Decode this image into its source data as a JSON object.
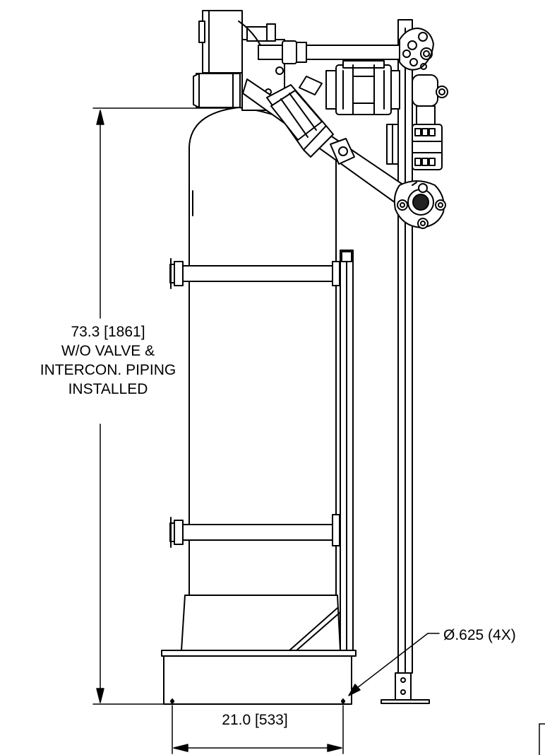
{
  "dimensions": {
    "height": {
      "value": "73.3 [1861]",
      "note_line1": "W/O VALVE &",
      "note_line2": "INTERCON. PIPING",
      "note_line3": "INSTALLED"
    },
    "width": {
      "value": "21.0 [533]"
    },
    "hole": {
      "value": "Ø.625 (4X)"
    }
  },
  "colors": {
    "line": "#000000",
    "background": "#ffffff",
    "valve_bore": "#222222"
  }
}
